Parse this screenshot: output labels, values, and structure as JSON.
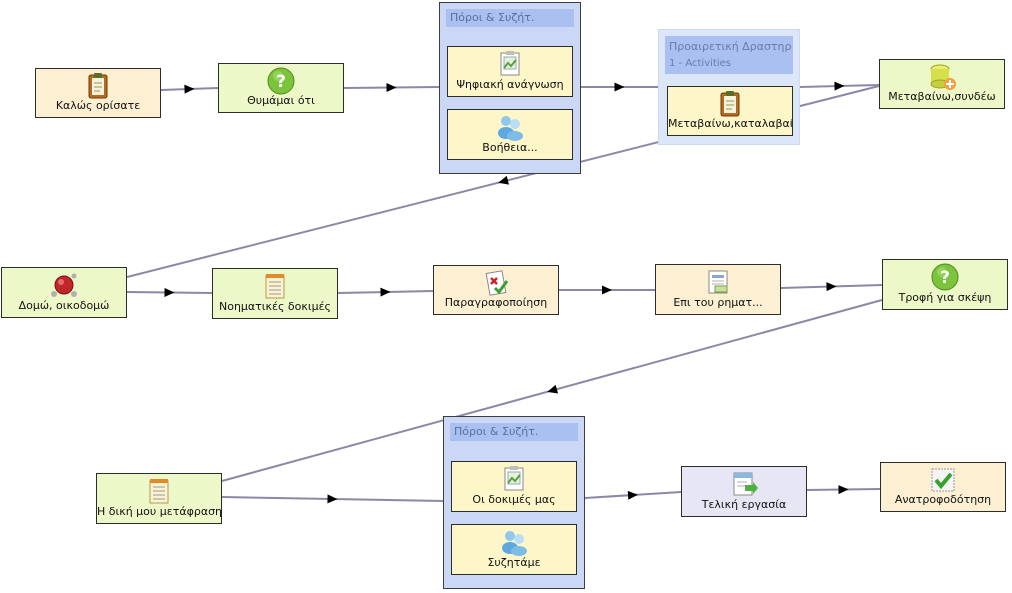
{
  "diagram": {
    "groups": [
      {
        "id": "g1",
        "title": "Πόροι & Συζήτ.",
        "subtitle": ""
      },
      {
        "id": "g2",
        "title": "Προαιρετική Δραστηρ",
        "subtitle": "1 - Activities"
      },
      {
        "id": "g3",
        "title": "Πόροι & Συζήτ.",
        "subtitle": ""
      }
    ],
    "nodes": [
      {
        "id": "n1",
        "label": "Καλώς ορίσατε",
        "icon": "notepad-icon"
      },
      {
        "id": "n2",
        "label": "Θυμάμαι ότι",
        "icon": "question-icon"
      },
      {
        "id": "n3",
        "label": "Ψηφιακή ανάγνωση",
        "icon": "image-doc-icon"
      },
      {
        "id": "n4",
        "label": "Βοήθεια...",
        "icon": "people-icon"
      },
      {
        "id": "n5",
        "label": "Μεταβαίνω,καταλαβαί",
        "icon": "notepad-icon"
      },
      {
        "id": "n6",
        "label": "Μεταβαίνω,συνδέω",
        "icon": "database-add-icon"
      },
      {
        "id": "n7",
        "label": "Δομώ, οικοδομώ",
        "icon": "molecule-icon"
      },
      {
        "id": "n8",
        "label": "Νοηματικές δοκιμές",
        "icon": "notebook-icon"
      },
      {
        "id": "n9",
        "label": "Παραγραφοποίηση",
        "icon": "check-cross-doc-icon"
      },
      {
        "id": "n10",
        "label": "Επι του ρηματ...",
        "icon": "document-chart-icon"
      },
      {
        "id": "n11",
        "label": "Τροφή για σκέψη",
        "icon": "question-icon"
      },
      {
        "id": "n12",
        "label": "Η δική μου μετάφραση",
        "icon": "notebook-icon"
      },
      {
        "id": "n13",
        "label": "Οι δοκιμές μας",
        "icon": "image-doc-icon"
      },
      {
        "id": "n14",
        "label": "Συζητάμε",
        "icon": "people-icon"
      },
      {
        "id": "n15",
        "label": "Τελική εργασία",
        "icon": "document-arrow-icon"
      },
      {
        "id": "n16",
        "label": "Ανατροφοδότηση",
        "icon": "checkmark-icon"
      }
    ],
    "colors": {
      "edge": "#8a88a6",
      "arrow": "#000000",
      "start_fill": "#fcefd2",
      "activity_fill": "#edf8c8",
      "resource_fill": "#fcf6c8",
      "final_fill": "#e6e6f5",
      "group_fill": "#cbd8f5",
      "group_title": "#a9c0f0"
    }
  }
}
